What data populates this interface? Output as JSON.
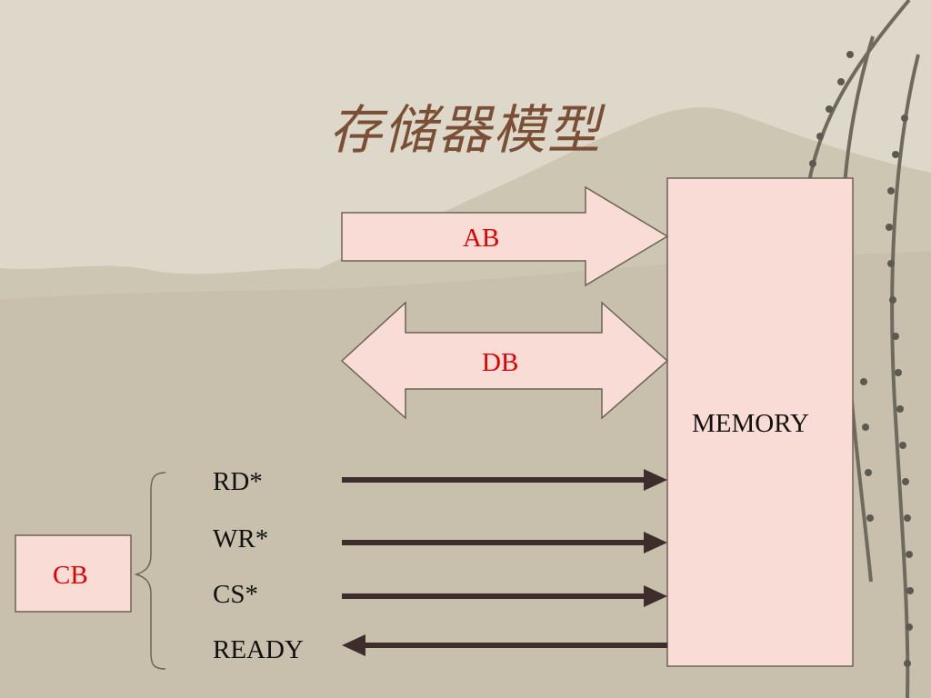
{
  "slide": {
    "title": "存储器模型"
  },
  "diagram": {
    "address_bus": "AB",
    "data_bus": "DB",
    "memory": "MEMORY",
    "control_bus": "CB",
    "signals": [
      "RD*",
      "WR*",
      "CS*",
      "READY"
    ]
  },
  "colors": {
    "box_fill": "#f8dcd5",
    "arrow": "#3d2e2b",
    "label_red": "#e00000",
    "title": "#7a4f35"
  }
}
